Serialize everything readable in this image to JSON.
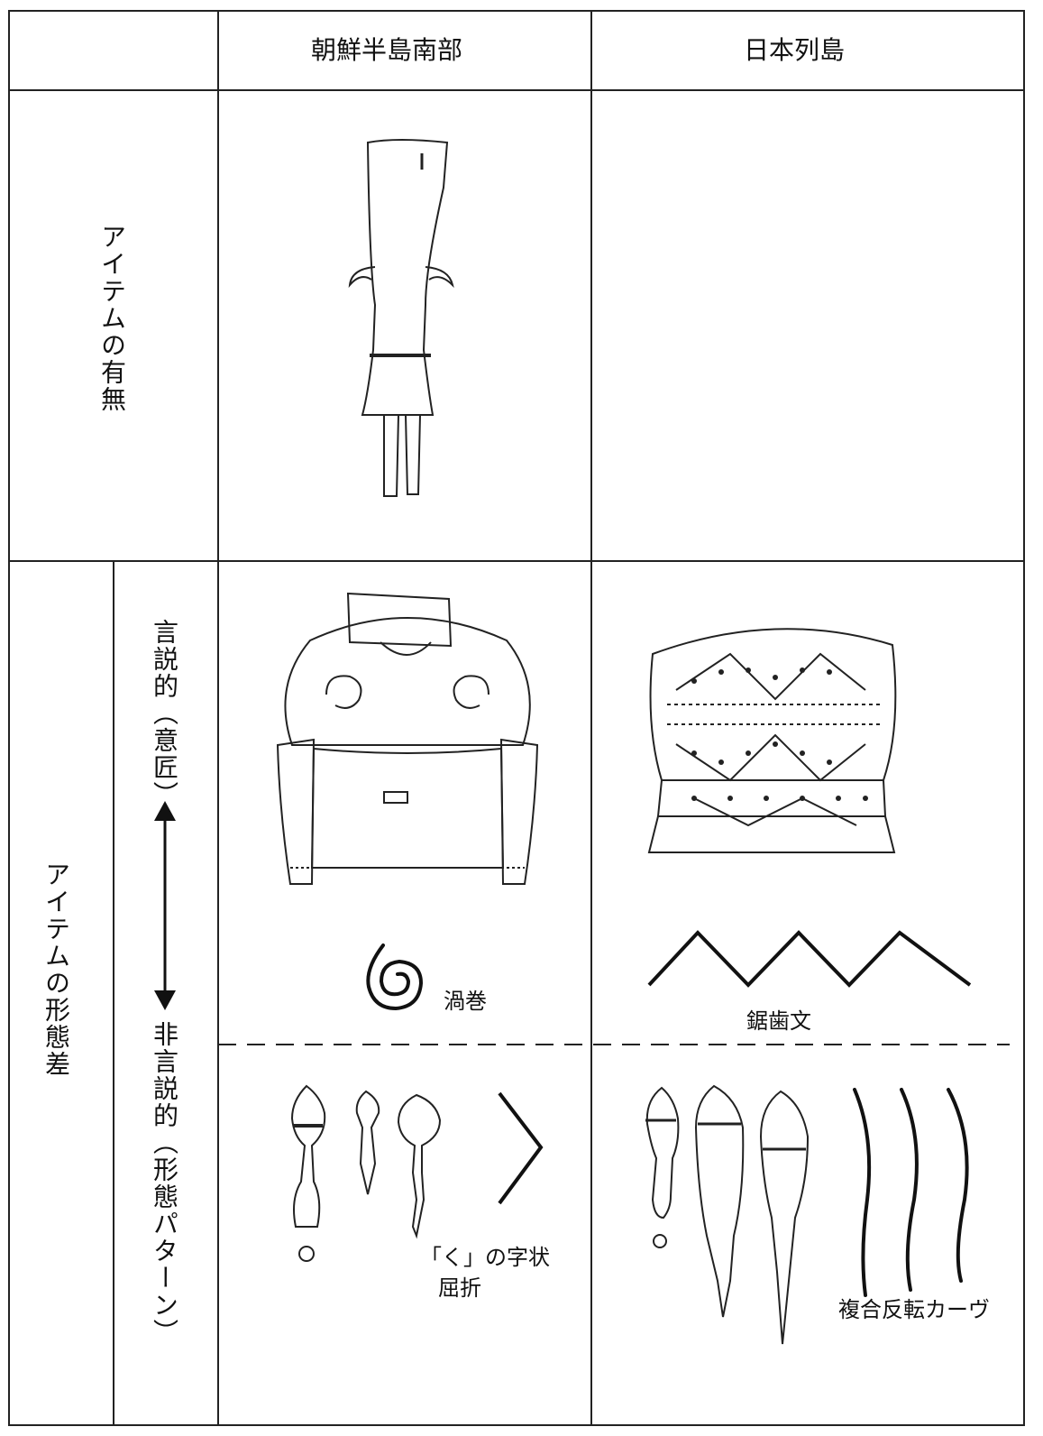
{
  "header": {
    "col_korea": "朝鮮半島南部",
    "col_japan": "日本列島"
  },
  "rows": {
    "presence": "アイテムの有無",
    "morphology": "アイテムの形態差"
  },
  "axis": {
    "discursive_top": "言説的（意匠）",
    "non_discursive_bottom": "非言説的（形態パターン）"
  },
  "motifs": {
    "spiral": "渦巻",
    "sawtooth": "鋸歯文",
    "ku_shape_line1": "「く」の字状",
    "ku_shape_line2": "屈折",
    "compound_curve": "複合反転カーヴ"
  },
  "colors": {
    "ink": "#111111",
    "paper": "#ffffff",
    "grid": "#222222"
  },
  "icons": [
    "double-arrow-icon",
    "spiral-motif-icon",
    "sawtooth-motif-icon",
    "chevron-bend-icon",
    "reverse-curve-icon"
  ]
}
